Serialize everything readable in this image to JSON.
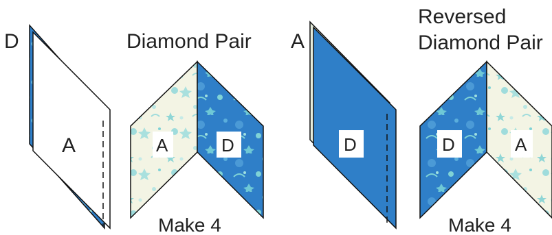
{
  "colors": {
    "blue_fabric": "#2f7fc8",
    "blue_fabric_dark": "#1f63a8",
    "cream_fabric": "#f3f4e4",
    "aqua_print": "#7fd3d6",
    "outline": "#111111",
    "text": "#222222"
  },
  "panel1": {
    "label_top": "D",
    "label_front": "A"
  },
  "panel2": {
    "title": "Diamond Pair",
    "left_label": "A",
    "right_label": "D",
    "caption": "Make 4"
  },
  "panel3": {
    "label_top": "A",
    "label_front": "D"
  },
  "panel4": {
    "title_line1": "Reversed",
    "title_line2": "Diamond Pair",
    "left_label": "D",
    "right_label": "A",
    "caption": "Make 4"
  }
}
